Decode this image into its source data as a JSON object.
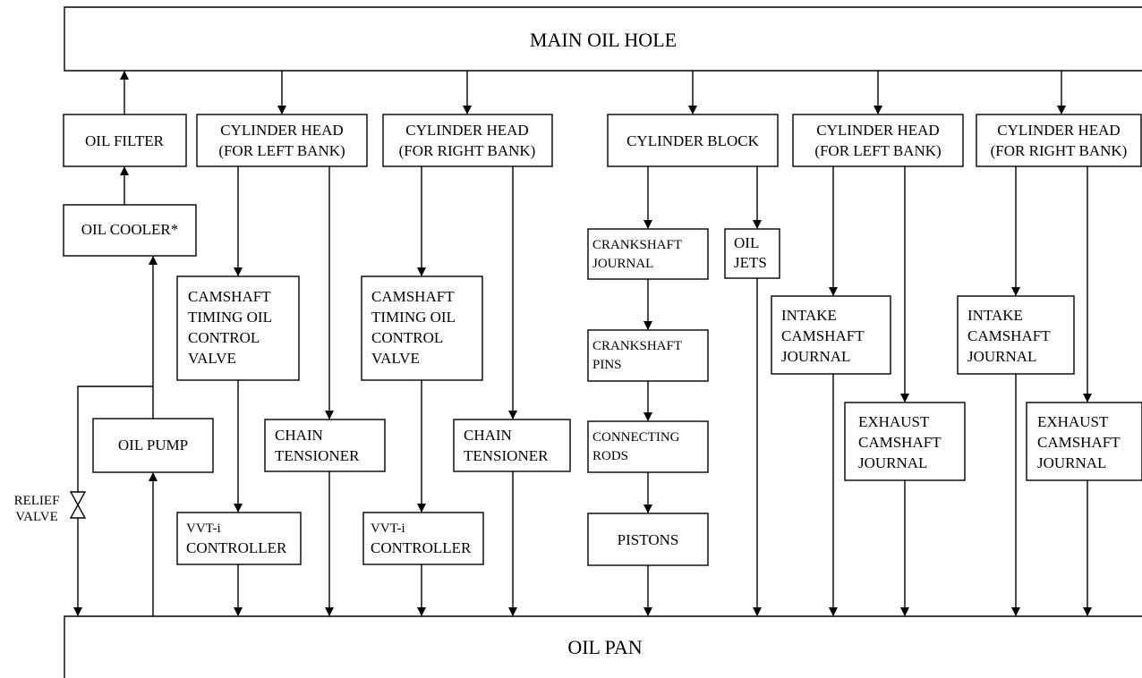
{
  "main_oil_hole": "MAIN OIL HOLE",
  "oil_pan": "OIL PAN",
  "oil_filter": "OIL FILTER",
  "oil_cooler": "OIL COOLER*",
  "oil_pump": "OIL PUMP",
  "relief_valve": [
    "RELIEF",
    "VALVE"
  ],
  "cyl_head_left_1": [
    "CYLINDER HEAD",
    "(FOR LEFT BANK)"
  ],
  "cyl_head_right_1": [
    "CYLINDER HEAD",
    "(FOR RIGHT BANK)"
  ],
  "cylinder_block": "CYLINDER BLOCK",
  "cyl_head_left_2": [
    "CYLINDER HEAD",
    "(FOR LEFT BANK)"
  ],
  "cyl_head_right_2": [
    "CYLINDER HEAD",
    "(FOR RIGHT BANK)"
  ],
  "camshaft_ocv_1": [
    "CAMSHAFT",
    "TIMING OIL",
    "CONTROL",
    "VALVE"
  ],
  "camshaft_ocv_2": [
    "CAMSHAFT",
    "TIMING OIL",
    "CONTROL",
    "VALVE"
  ],
  "chain_tensioner_1": [
    "CHAIN",
    "TENSIONER"
  ],
  "chain_tensioner_2": [
    "CHAIN",
    "TENSIONER"
  ],
  "vvti_1": [
    "VVT-i",
    "CONTROLLER"
  ],
  "vvti_2": [
    "VVT-i",
    "CONTROLLER"
  ],
  "crankshaft_journal": [
    "CRANKSHAFT",
    "JOURNAL"
  ],
  "crankshaft_pins": [
    "CRANKSHAFT",
    "PINS"
  ],
  "connecting_rods": [
    "CONNECTING",
    "RODS"
  ],
  "pistons": "PISTONS",
  "oil_jets": [
    "OIL",
    "JETS"
  ],
  "intake_cam_1": [
    "INTAKE",
    "CAMSHAFT",
    "JOURNAL"
  ],
  "intake_cam_2": [
    "INTAKE",
    "CAMSHAFT",
    "JOURNAL"
  ],
  "exhaust_cam_1": [
    "EXHAUST",
    "CAMSHAFT",
    "JOURNAL"
  ],
  "exhaust_cam_2": [
    "EXHAUST",
    "CAMSHAFT",
    "JOURNAL"
  ]
}
